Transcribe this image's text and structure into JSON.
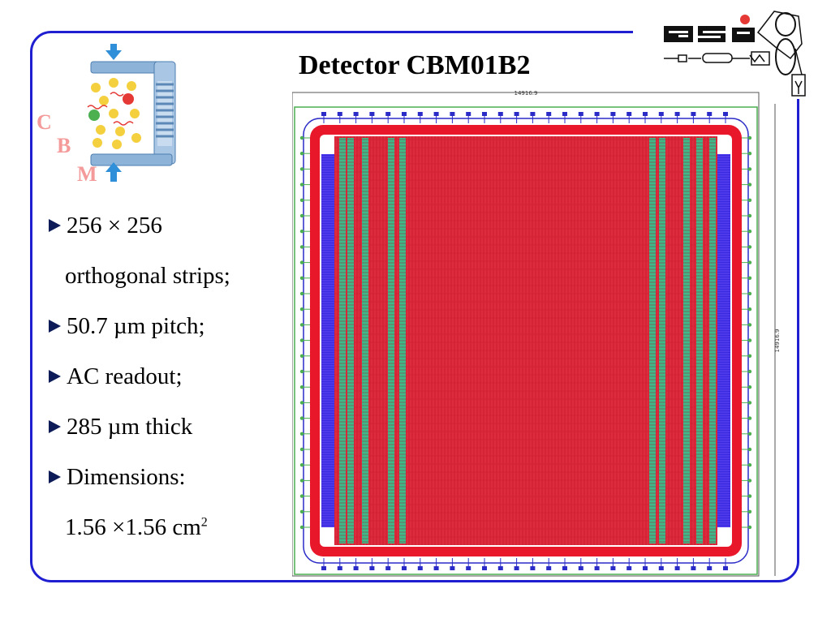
{
  "slide": {
    "title": "Detector CBM01B2",
    "accent_color": "#1f1fd1"
  },
  "logos": {
    "left_logo": {
      "icon": "compress-clamp-icon",
      "letters": [
        "C",
        "B",
        "M"
      ],
      "letter_color": "#f59a9a"
    },
    "right_logo": {
      "icon": "gsi-logo",
      "text": "GSI"
    }
  },
  "bullets": [
    {
      "line1": "256 × 256",
      "line2": "orthogonal strips;"
    },
    {
      "line1": "50.7 µm pitch;"
    },
    {
      "line1": "AC readout;"
    },
    {
      "line1": "285 µm thick"
    },
    {
      "line1": "Dimensions:",
      "line2_base": "1.56 ×1.56 cm",
      "line2_sup": "2"
    }
  ],
  "layout_image": {
    "top_dimension": "14916.9",
    "side_dimension": "14916.9",
    "colors": {
      "metal": "#e8182a",
      "strip": "#d62436",
      "blue_pads": "#3b2be0",
      "green_rows": "#3fb98a",
      "outline_green": "#4caf50"
    }
  }
}
